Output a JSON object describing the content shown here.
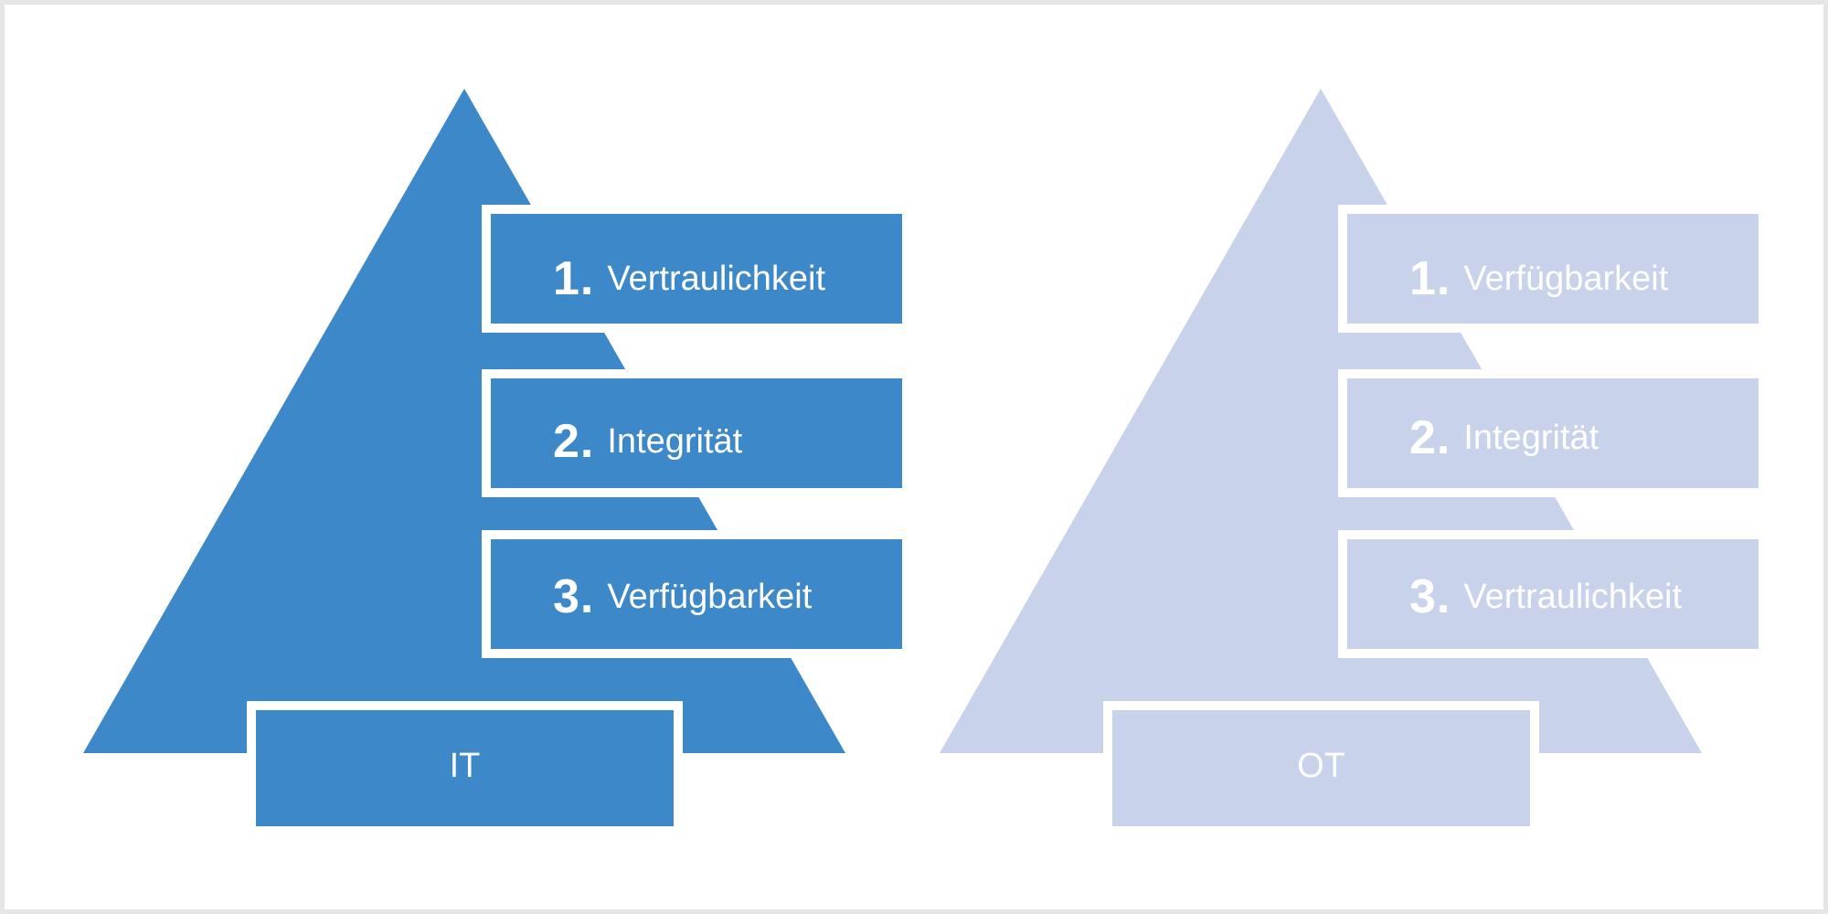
{
  "colors": {
    "it_fill": "#3d88c9",
    "ot_fill": "#c8d3eb",
    "separator": "#ffffff"
  },
  "pyramids": [
    {
      "label": "IT",
      "items": [
        {
          "num": "1.",
          "text": "Vertraulichkeit"
        },
        {
          "num": "2.",
          "text": "Integrität"
        },
        {
          "num": "3.",
          "text": "Verfügbarkeit"
        }
      ]
    },
    {
      "label": "OT",
      "items": [
        {
          "num": "1.",
          "text": "Verfügbarkeit"
        },
        {
          "num": "2.",
          "text": "Integrität"
        },
        {
          "num": "3.",
          "text": "Vertraulichkeit"
        }
      ]
    }
  ]
}
